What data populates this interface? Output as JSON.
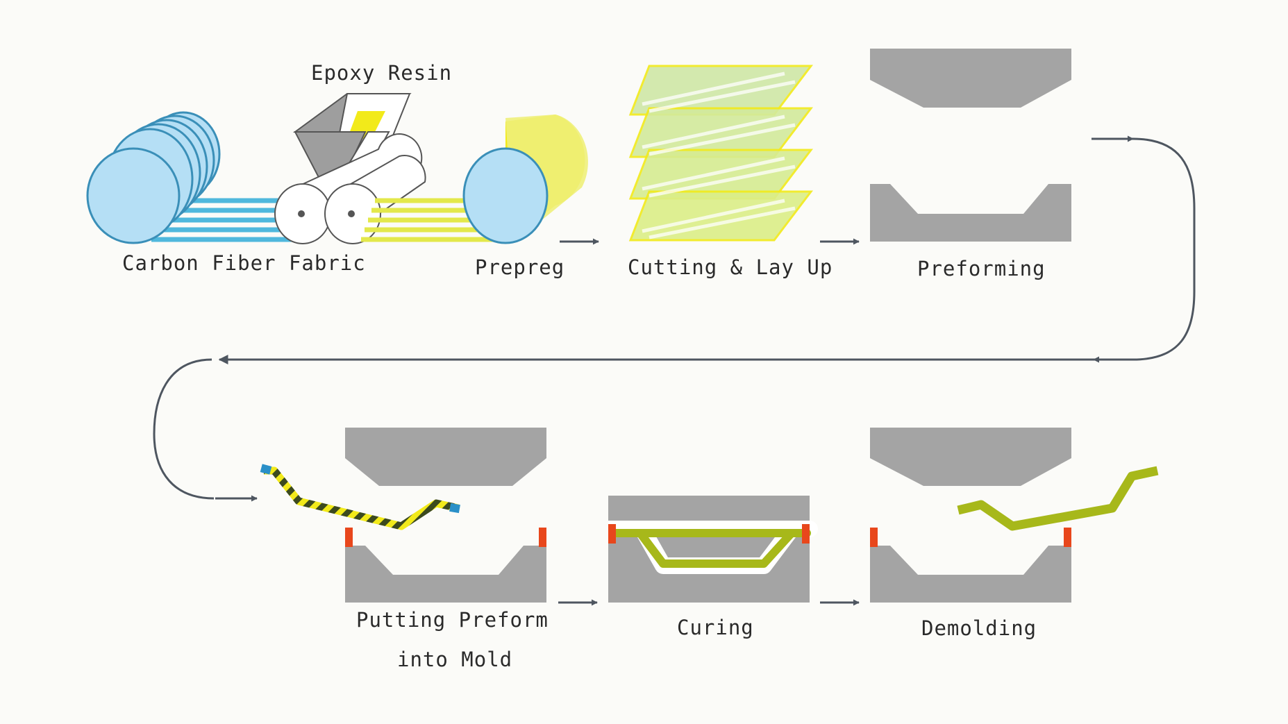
{
  "labels": {
    "epoxy_resin": "Epoxy Resin",
    "carbon_fiber_fabric": "Carbon Fiber Fabric",
    "prepreg": "Prepreg",
    "cutting_lay_up": "Cutting & Lay Up",
    "preforming": "Preforming",
    "putting_preform_line1": "Putting Preform",
    "putting_preform_line2": "into Mold",
    "curing": "Curing",
    "demolding": "Demolding"
  },
  "colors": {
    "background": "#fbfbf8",
    "mold_gray": "#a4a4a4",
    "fiber_blue": "#4fb8dd",
    "roll_blue": "#b5dff5",
    "resin_yellow": "#f2ea1a",
    "prepreg_yellow": "#eef07a",
    "cured_green": "#a7b81a",
    "clamp_red": "#e8471c",
    "arrow": "#4e5660"
  }
}
